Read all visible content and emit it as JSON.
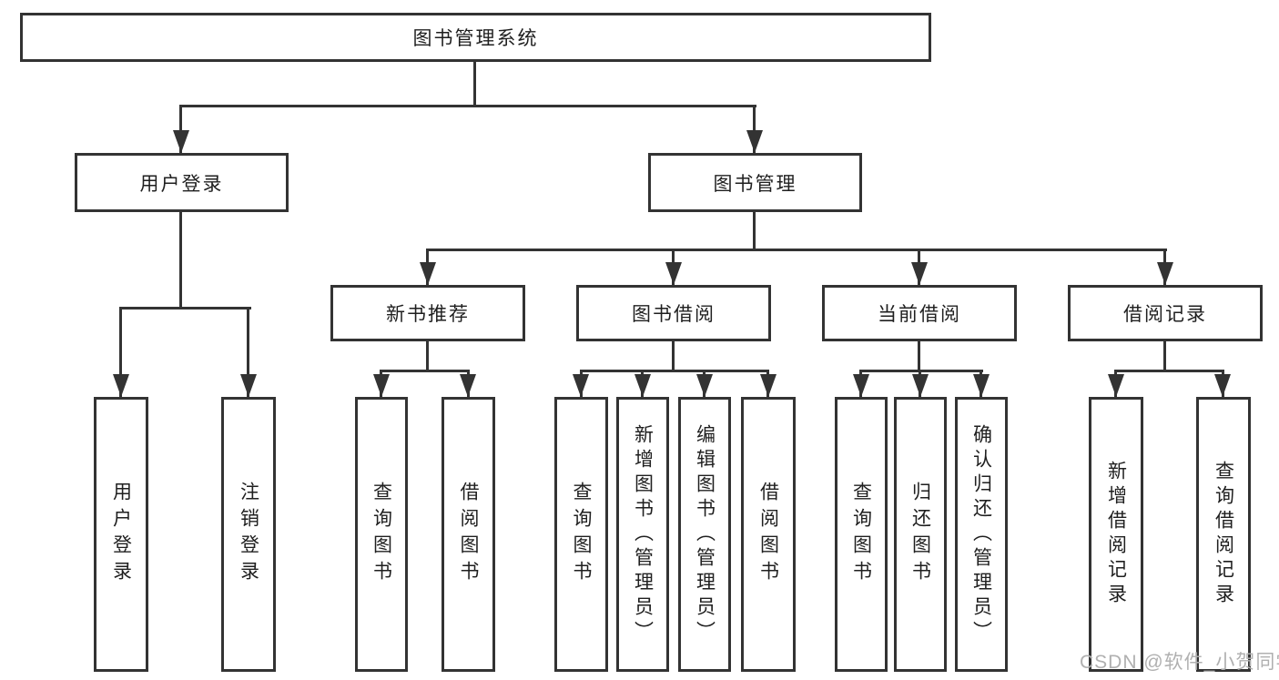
{
  "colors": {
    "line": "#333333",
    "text": "#1f1f1f",
    "background": "#ffffff",
    "watermark_gray": "#b0b0b0"
  },
  "watermark": {
    "text": "CSDN @软件_小贺同学"
  },
  "tree": {
    "root": {
      "label": "图书管理系统",
      "children": [
        {
          "label": "用户登录",
          "children": [
            {
              "label": "用户登录"
            },
            {
              "label": "注销登录"
            }
          ]
        },
        {
          "label": "图书管理",
          "children": [
            {
              "label": "新书推荐",
              "children": [
                {
                  "label": "查询图书"
                },
                {
                  "label": "借阅图书"
                }
              ]
            },
            {
              "label": "图书借阅",
              "children": [
                {
                  "label": "查询图书"
                },
                {
                  "label": "新增图书（管理员）"
                },
                {
                  "label": "编辑图书（管理员）"
                },
                {
                  "label": "借阅图书"
                }
              ]
            },
            {
              "label": "当前借阅",
              "children": [
                {
                  "label": "查询图书"
                },
                {
                  "label": "归还图书"
                },
                {
                  "label": "确认归还（管理员）"
                }
              ]
            },
            {
              "label": "借阅记录",
              "children": [
                {
                  "label": "新增借阅记录"
                },
                {
                  "label": "查询借阅记录"
                }
              ]
            }
          ]
        }
      ]
    }
  }
}
